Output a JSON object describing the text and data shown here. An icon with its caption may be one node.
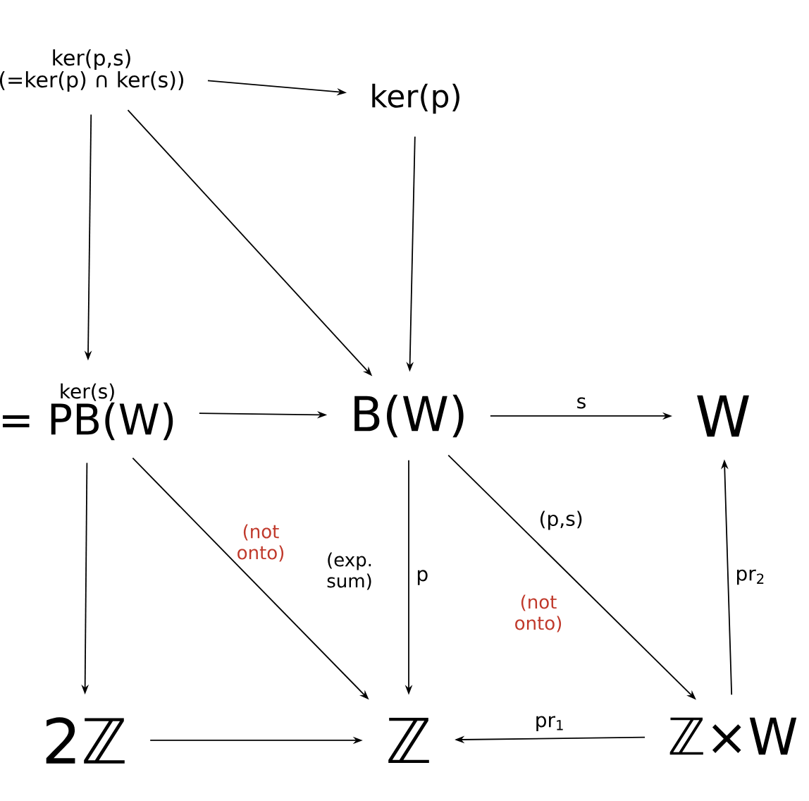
{
  "diagram": {
    "nodes": [
      {
        "text": [
          "ker(p,s)",
          "(=ker(p) ∩ ker(s))"
        ]
      },
      {
        "text": [
          "ker(p)"
        ]
      },
      {
        "text": [
          "ker(s)",
          "= PB(W)"
        ]
      },
      {
        "text": [
          "B(W)"
        ]
      },
      {
        "text": [
          "W"
        ]
      },
      {
        "text": [
          "2ℤ"
        ]
      },
      {
        "text": [
          "ℤ"
        ]
      },
      {
        "text": [
          "ℤ×W"
        ]
      }
    ],
    "edges": [
      {
        "from": 0,
        "to": 1,
        "arrow": "to"
      },
      {
        "from": 0,
        "to": 2,
        "arrow": "to"
      },
      {
        "from": 0,
        "to": 3,
        "arrow": "to"
      },
      {
        "from": 1,
        "to": 3,
        "arrow": "to"
      },
      {
        "from": 2,
        "to": 3,
        "arrow": "to"
      },
      {
        "from": 3,
        "to": 4,
        "arrow": "to",
        "label": "s"
      },
      {
        "from": 2,
        "to": 5,
        "arrow": "to"
      },
      {
        "from": 2,
        "to": 6,
        "arrow": "to"
      },
      {
        "from": 3,
        "to": 6,
        "arrow": "to",
        "label": "p"
      },
      {
        "from": 3,
        "to": 7,
        "arrow": "to",
        "label": "(p,s)"
      },
      {
        "from": 7,
        "to": 4,
        "arrow": "to",
        "label": "pr$_{2}$"
      },
      {
        "from": 5,
        "to": 6,
        "arrow": "to"
      },
      {
        "from": 7,
        "to": 6,
        "arrow": "to",
        "label": "pr$_{1}$"
      }
    ],
    "labels": [
      "(not onto)",
      "(exp. sum)",
      "(not onto)"
    ]
  }
}
